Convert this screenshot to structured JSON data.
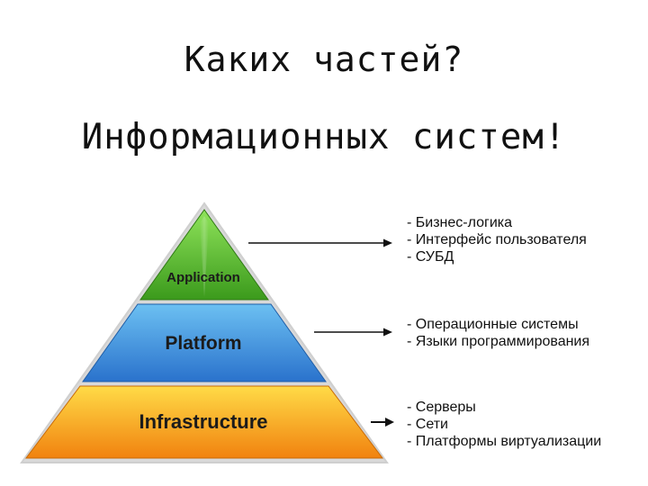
{
  "header": {
    "title": "Каких частей?",
    "subtitle": "Информационных систем!"
  },
  "pyramid": {
    "layers": [
      {
        "label": "Application",
        "color_top": "#7fd94a",
        "color_bottom": "#3f9f1f"
      },
      {
        "label": "Platform",
        "color_top": "#5fb6ee",
        "color_bottom": "#2b78cf"
      },
      {
        "label": "Infrastructure",
        "color_top": "#ffd23a",
        "color_bottom": "#f28a12"
      }
    ]
  },
  "descriptions": {
    "application": [
      "- Бизнес-логика",
      "- Интерфейс пользователя",
      "- СУБД"
    ],
    "platform": [
      "- Операционные системы",
      "- Языки программирования"
    ],
    "infrastructure": [
      "- Серверы",
      "- Сети",
      "- Платформы виртуализации"
    ]
  }
}
